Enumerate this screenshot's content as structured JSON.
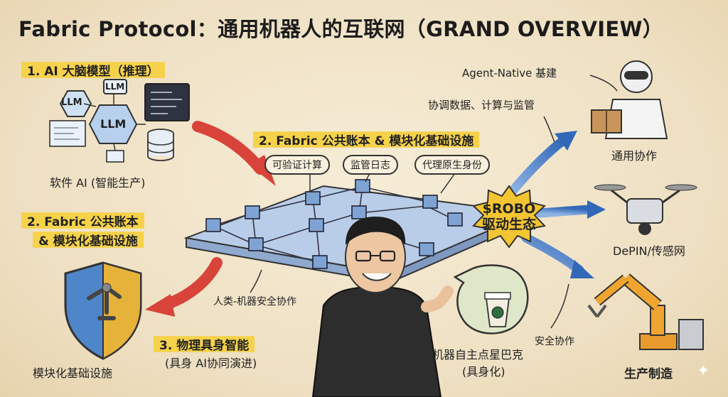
{
  "title": "Fabric Protocol：通用机器人的互联网（GRAND OVERVIEW）",
  "left": {
    "section1_title": "1. AI 大脑模型（推理）",
    "llm_labels": [
      "LLM",
      "LLM",
      "LLM"
    ],
    "software_ai": "软件 AI (智能生产)",
    "section2_title_line1": "2. Fabric 公共账本",
    "section2_title_line2": "& 模块化基础设施",
    "modular_infra": "模块化基础设施"
  },
  "center": {
    "ledger_title": "2. Fabric 公共账本 & 模块化基础设施",
    "pills": [
      "可验证计算",
      "监管日志",
      "代理原生身份"
    ],
    "human_machine": "人类-机器安全协作",
    "section3_title": "3. 物理具身智能",
    "section3_sub": "(具身 AI协同演进)"
  },
  "robo": {
    "line1": "$ROBO",
    "line2": "驱动生态"
  },
  "right": {
    "agent_native": "Agent-Native 基建",
    "coordination": "协调数据、计算与监管",
    "general_collab": "通用协作",
    "depin": "DePIN/传感网",
    "safety_collab": "安全协作",
    "manufacturing": "生产制造",
    "starbucks_line1": "机器自主点星巴克",
    "starbucks_line2": "(具身化)"
  },
  "colors": {
    "highlight": "#f6d24a",
    "arrow_red": "#e0544a",
    "arrow_blue": "#3f78c8",
    "cube": "#7fa3d3",
    "shield_blue": "#4f86c9",
    "shield_yellow": "#e6b23a",
    "robo_burst": "#f3c533"
  }
}
